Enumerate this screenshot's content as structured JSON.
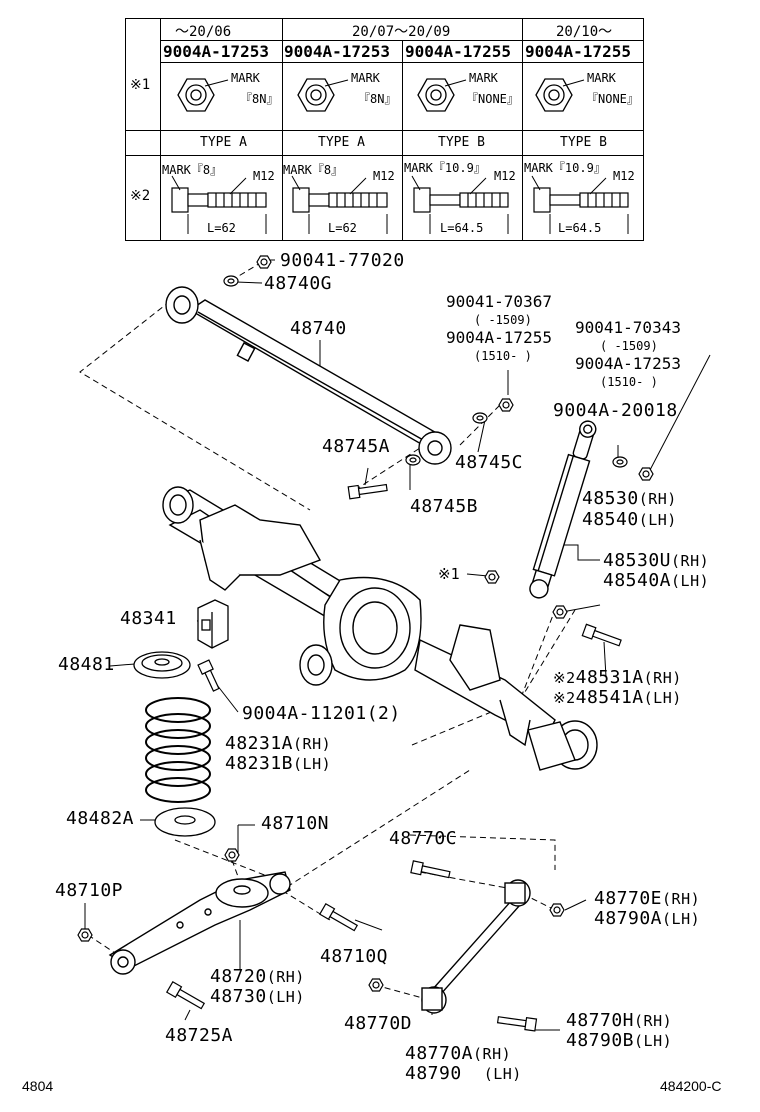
{
  "table": {
    "period_headers": [
      "～20/06",
      "20/07～20/09",
      "20/10～"
    ],
    "part_numbers": [
      "9004A-17253",
      "9004A-17253",
      "9004A-17255",
      "9004A-17255"
    ],
    "row1_key": "※1",
    "row2_key": "※2",
    "nut_labels": [
      {
        "mark": "MARK",
        "value": "『8N』"
      },
      {
        "mark": "MARK",
        "value": "『8N』"
      },
      {
        "mark": "MARK",
        "value": "『NONE』"
      },
      {
        "mark": "MARK",
        "value": "『NONE』"
      }
    ],
    "types": [
      "TYPE A",
      "TYPE A",
      "TYPE B",
      "TYPE B"
    ],
    "bolts": [
      {
        "mark": "MARK『8』",
        "thread": "M12",
        "length": "L=62"
      },
      {
        "mark": "MARK『8』",
        "thread": "M12",
        "length": "L=62"
      },
      {
        "mark": "MARK『10.9』",
        "thread": "M12",
        "length": "L=64.5"
      },
      {
        "mark": "MARK『10.9』",
        "thread": "M12",
        "length": "L=64.5"
      }
    ]
  },
  "labels": {
    "p90041_77020": "90041-77020",
    "p48740G": "48740G",
    "p48740": "48740",
    "p90041_70367": "90041-70367",
    "p70367_range": "(    -1509)",
    "p9004A_17255": "9004A-17255",
    "p17255_range": "(1510-    )",
    "p90041_70343": "90041-70343",
    "p70343_range": "(    -1509)",
    "p9004A_17253": "9004A-17253",
    "p17253_range": "(1510-    )",
    "p9004A_20018": "9004A-20018",
    "p48745A": "48745A",
    "p48745C": "48745C",
    "p48745B": "48745B",
    "p48530": "48530",
    "p48530_suf": "(RH)",
    "p48540": "48540",
    "p48540_suf": "(LH)",
    "p48530U": "48530U",
    "p48530U_suf": "(RH)",
    "p48540A": "48540A",
    "p48540A_suf": "(LH)",
    "mark1": "※1",
    "p48341": "48341",
    "p48481": "48481",
    "p9004A_11201": "9004A-11201(2)",
    "p48531A_mark": "※2",
    "p48531A": "48531A",
    "p48531A_suf": "(RH)",
    "p48541A_mark": "※2",
    "p48541A": "48541A",
    "p48541A_suf": "(LH)",
    "p48231A": "48231A",
    "p48231A_suf": "(RH)",
    "p48231B": "48231B",
    "p48231B_suf": "(LH)",
    "p48482A": "48482A",
    "p48710N": "48710N",
    "p48770C": "48770C",
    "p48710P": "48710P",
    "p48770E": "48770E",
    "p48770E_suf": "(RH)",
    "p48790A": "48790A",
    "p48790A_suf": "(LH)",
    "p48710Q": "48710Q",
    "p48720": "48720",
    "p48720_suf": "(RH)",
    "p48730": "48730",
    "p48730_suf": "(LH)",
    "p48770D": "48770D",
    "p48725A": "48725A",
    "p48770H": "48770H",
    "p48770H_suf": "(RH)",
    "p48790B": "48790B",
    "p48790B_suf": "(LH)",
    "p48770A": "48770A",
    "p48770A_suf": "(RH)",
    "p48790": "48790",
    "p48790_suf": "(LH)"
  },
  "footer": {
    "left_code": "4804",
    "right_code": "484200-C"
  }
}
